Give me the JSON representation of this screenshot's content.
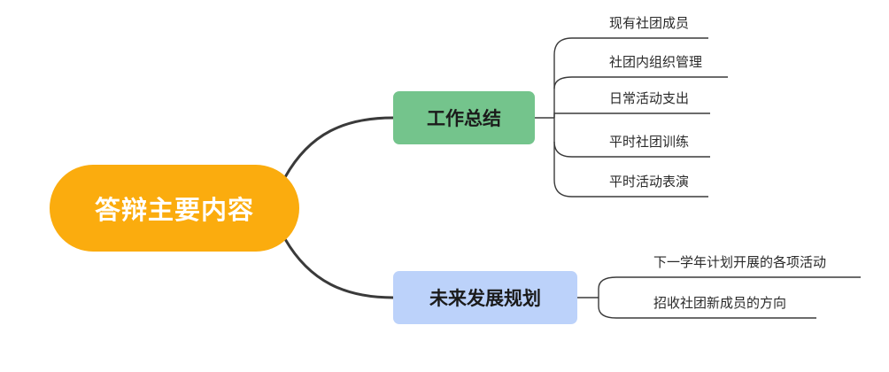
{
  "root": {
    "label": "答辩主要内容",
    "color": "#fbac0e"
  },
  "branches": [
    {
      "label": "工作总结",
      "color": "#74c48c",
      "items": [
        "现有社团成员",
        "社团内组织管理",
        "日常活动支出",
        "平时社团训练",
        "平时活动表演"
      ]
    },
    {
      "label": "未来发展规划",
      "color": "#bcd2fa",
      "items": [
        "下一学年计划开展的各项活动",
        "招收社团新成员的方向"
      ]
    }
  ],
  "line_color": "#3a3a3a"
}
